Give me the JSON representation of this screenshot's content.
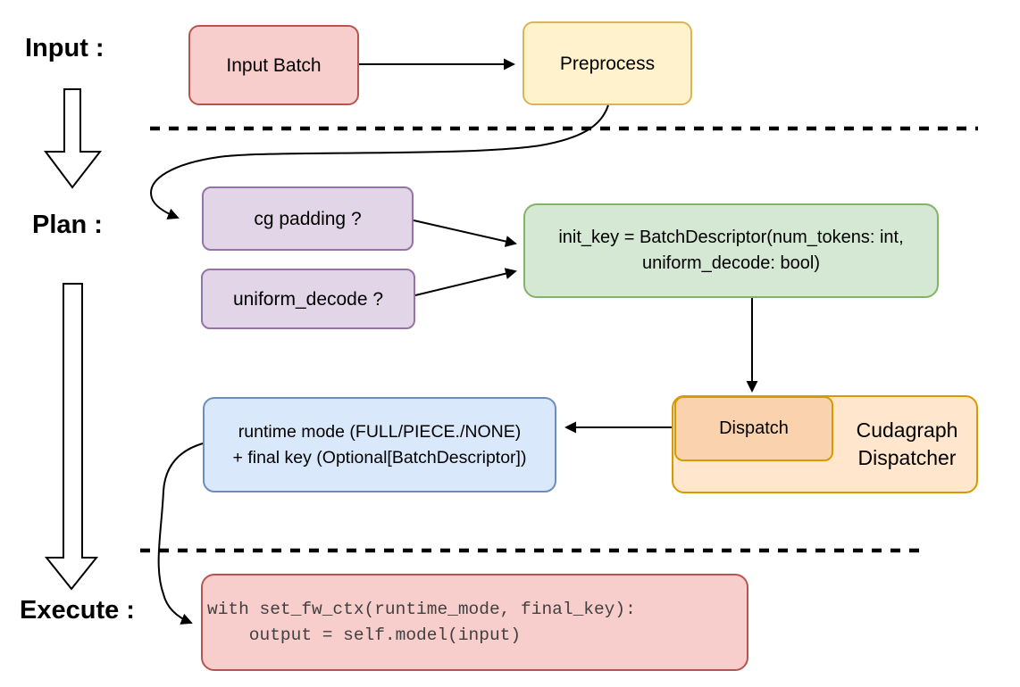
{
  "sections": {
    "input_label": "Input :",
    "plan_label": "Plan :",
    "execute_label": "Execute :"
  },
  "nodes": {
    "input_batch": {
      "label": "Input Batch",
      "fill": "#F8CECC",
      "stroke": "#B85450"
    },
    "preprocess": {
      "label": "Preprocess",
      "fill": "#FFF2CC",
      "stroke": "#D6B656"
    },
    "cg_padding": {
      "label": "cg padding ?",
      "fill": "#E1D5E7",
      "stroke": "#9673A6"
    },
    "uniform_decode": {
      "label": "uniform_decode ?",
      "fill": "#E1D5E7",
      "stroke": "#9673A6"
    },
    "init_key": {
      "lines": [
        "init_key = BatchDescriptor(num_tokens: int,",
        "uniform_decode: bool)"
      ],
      "fill": "#D5E8D4",
      "stroke": "#82B366"
    },
    "dispatch": {
      "label": "Dispatch",
      "fill": "#FAD2AE",
      "stroke": "#D79B00"
    },
    "cudagraph_dispatcher": {
      "lines": [
        "Cudagraph",
        "Dispatcher"
      ],
      "fill": "#FFE6CC",
      "stroke": "#D79B00"
    },
    "runtime_mode_final_key": {
      "lines": [
        "runtime mode (FULL/PIECE./NONE)",
        "+ final key (Optional[BatchDescriptor])"
      ],
      "fill": "#DAE8FC",
      "stroke": "#6C8EBF"
    },
    "execute_code": {
      "lines": [
        "with set_fw_ctx(runtime_mode, final_key):",
        "    output = self.model(input)"
      ],
      "fill": "#F8CECC",
      "stroke": "#B85450",
      "text_color": "#404040"
    }
  },
  "edges": [
    {
      "from": "input_batch",
      "to": "preprocess"
    },
    {
      "from": "preprocess",
      "to": "cg_padding"
    },
    {
      "from": "cg_padding",
      "to": "init_key"
    },
    {
      "from": "uniform_decode",
      "to": "init_key"
    },
    {
      "from": "init_key",
      "to": "dispatch"
    },
    {
      "from": "dispatch",
      "to": "runtime_mode_final_key"
    },
    {
      "from": "runtime_mode_final_key",
      "to": "execute_code"
    }
  ]
}
